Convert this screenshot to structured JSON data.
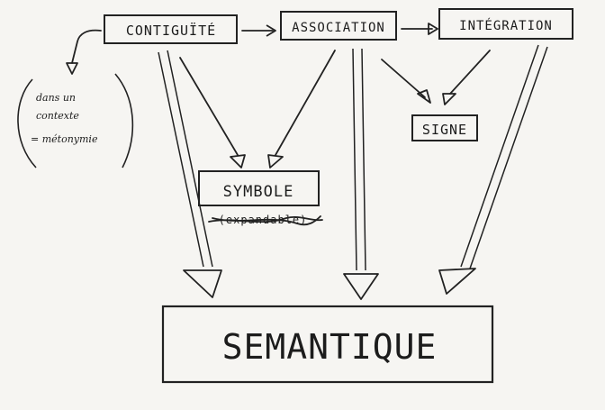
{
  "nodes": {
    "contiguite": "CONTIGUÏTÉ",
    "association": "ASSOCIATION",
    "integration": "INTÉGRATION",
    "signe": "SIGNE",
    "symbole": "SYMBOLE",
    "symbole_struck": "(expandable)",
    "semantique": "SEMANTIQUE"
  },
  "side_note": {
    "line1": "dans un",
    "line2": "contexte",
    "line3": "= métonymie"
  },
  "colors": {
    "ink": "#222222",
    "paper": "#f6f5f2"
  }
}
